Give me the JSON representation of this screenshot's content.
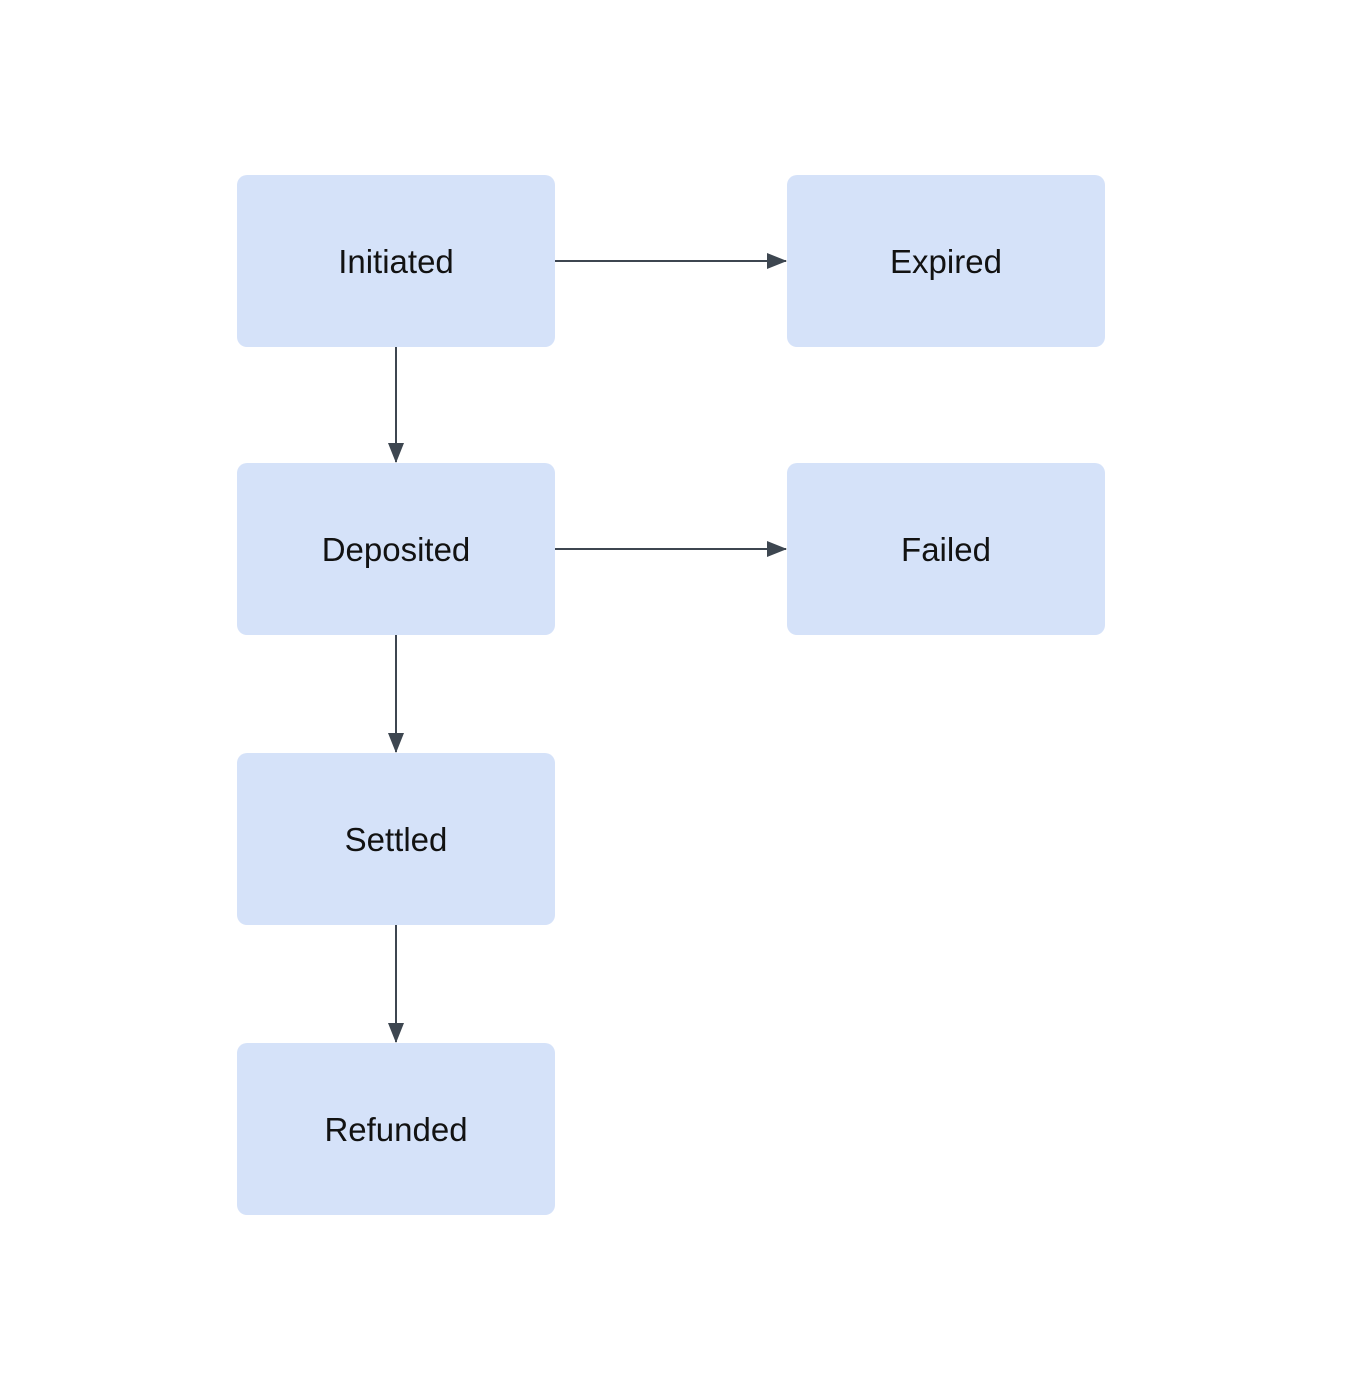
{
  "diagram": {
    "type": "flowchart",
    "background": "#ffffff",
    "colors": {
      "node_fill": "#d5e2f9",
      "node_text": "#121212",
      "arrow": "#3d4650"
    },
    "nodes": [
      {
        "id": "initiated",
        "label": "Initiated"
      },
      {
        "id": "expired",
        "label": "Expired"
      },
      {
        "id": "deposited",
        "label": "Deposited"
      },
      {
        "id": "failed",
        "label": "Failed"
      },
      {
        "id": "settled",
        "label": "Settled"
      },
      {
        "id": "refunded",
        "label": "Refunded"
      }
    ],
    "edges": [
      {
        "from": "Initiated",
        "to": "Expired",
        "direction": "right"
      },
      {
        "from": "Initiated",
        "to": "Deposited",
        "direction": "down"
      },
      {
        "from": "Deposited",
        "to": "Failed",
        "direction": "right"
      },
      {
        "from": "Deposited",
        "to": "Settled",
        "direction": "down"
      },
      {
        "from": "Settled",
        "to": "Refunded",
        "direction": "down"
      }
    ]
  }
}
